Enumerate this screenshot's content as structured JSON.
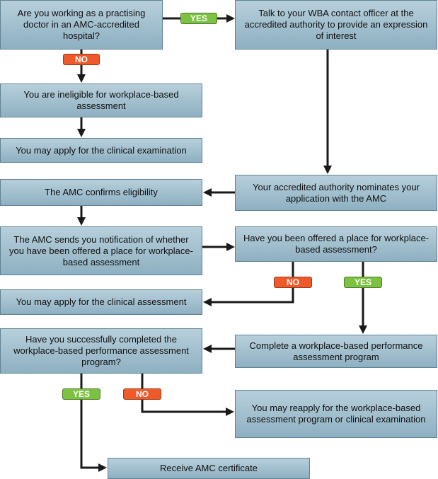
{
  "nodes": {
    "q1": "Are you working as a practising doctor in an AMC-accredited hospital?",
    "talk": "Talk to your WBA contact officer at the accredited authority to provide an expression of interest",
    "ineligible": "You are ineligible for workplace-based assessment",
    "apply_exam": "You may apply for the clinical examination",
    "nominates": "Your accredited authority nominates your application with the AMC",
    "confirms": "The AMC confirms eligibility",
    "sends": "The AMC sends you notification of whether you have been offered a place for workplace-based assessment",
    "offered": "Have you been offered a place for workplace-based assessment?",
    "apply_assess": "You may apply for the clinical assessment",
    "complete": "Complete a workplace-based performance assessment program",
    "completed": "Have you successfully completed the workplace-based performance assessment program?",
    "reapply": "You may reapply for the workplace-based assessment program or clinical examination",
    "certificate": "Receive AMC certificate"
  },
  "labels": {
    "yes1": "YES",
    "no1": "NO",
    "no2": "NO",
    "yes2": "YES",
    "yes3": "YES",
    "no3": "NO"
  },
  "colors": {
    "box_fill_top": "#b7cfdb",
    "box_fill_bottom": "#8eb0c2",
    "box_border": "#5f8293",
    "arrow": "#1a1a1a",
    "yes_badge": "#7cc142",
    "no_badge": "#ef5a2a"
  }
}
